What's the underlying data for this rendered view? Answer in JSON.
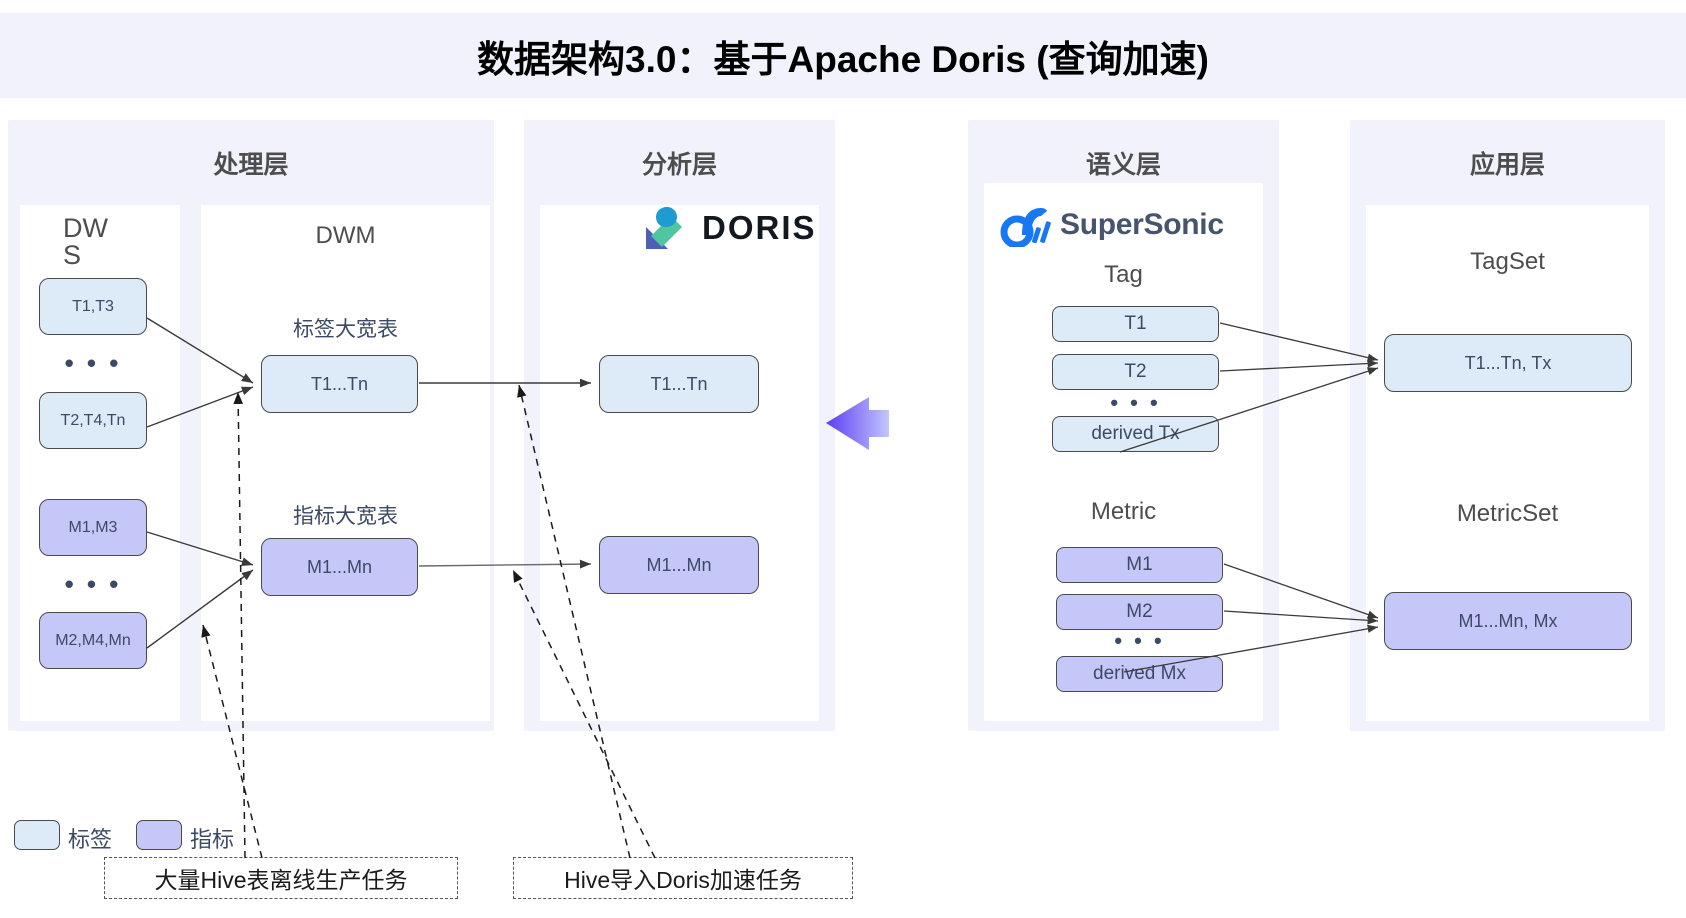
{
  "title": "数据架构3.0：基于Apache Doris (查询加速)",
  "colors": {
    "panel_bg": "#f2f2fc",
    "tag_fill": "#dcebf7",
    "metric_fill": "#c6c7f9",
    "card_bg": "#ffffff",
    "title_text": "#000000",
    "layer_title_text": "#4d4d4d",
    "node_text": "#3d4a66",
    "arrow_purple": "#6b4df6"
  },
  "layers": [
    {
      "id": "processing",
      "title": "处理层",
      "cards": [
        {
          "id": "dws",
          "title": "DWS",
          "title_line1": "DW",
          "title_line2": "S",
          "nodes": [
            {
              "label": "T1,T3",
              "kind": "tag"
            },
            {
              "label": "T2,T4,Tn",
              "kind": "tag"
            },
            {
              "label": "M1,M3",
              "kind": "metric"
            },
            {
              "label": "M2,M4,Mn",
              "kind": "metric"
            }
          ],
          "ellipsis": "• • •"
        },
        {
          "id": "dwm",
          "title": "DWM",
          "groups": [
            {
              "heading": "标签大宽表",
              "node": {
                "label": "T1...Tn",
                "kind": "tag"
              }
            },
            {
              "heading": "指标大宽表",
              "node": {
                "label": "M1...Mn",
                "kind": "metric"
              }
            }
          ]
        }
      ]
    },
    {
      "id": "analysis",
      "title": "分析层",
      "logo": {
        "name": "doris-logo",
        "wordmark": "DORIS"
      },
      "nodes": [
        {
          "label": "T1...Tn",
          "kind": "tag"
        },
        {
          "label": "M1...Mn",
          "kind": "metric"
        }
      ]
    },
    {
      "id": "semantic",
      "title": "语义层",
      "logo": {
        "name": "supersonic-logo",
        "wordmark": "SuperSonic"
      },
      "groups": [
        {
          "heading": "Tag",
          "kind": "tag",
          "nodes": [
            "T1",
            "T2",
            "derived Tx"
          ],
          "ellipsis": "• • •"
        },
        {
          "heading": "Metric",
          "kind": "metric",
          "nodes": [
            "M1",
            "M2",
            "derived Mx"
          ],
          "ellipsis": "• • •"
        }
      ]
    },
    {
      "id": "application",
      "title": "应用层",
      "groups": [
        {
          "heading": "TagSet",
          "node": {
            "label": "T1...Tn, Tx",
            "kind": "tag"
          }
        },
        {
          "heading": "MetricSet",
          "node": {
            "label": "M1...Mn, Mx",
            "kind": "metric"
          }
        }
      ]
    }
  ],
  "legend": [
    {
      "label": "标签",
      "kind": "tag"
    },
    {
      "label": "指标",
      "kind": "metric"
    }
  ],
  "callouts": [
    {
      "id": "hive-offline",
      "text": "大量Hive表离线生产任务"
    },
    {
      "id": "hive-to-doris",
      "text": "Hive导入Doris加速任务"
    }
  ]
}
